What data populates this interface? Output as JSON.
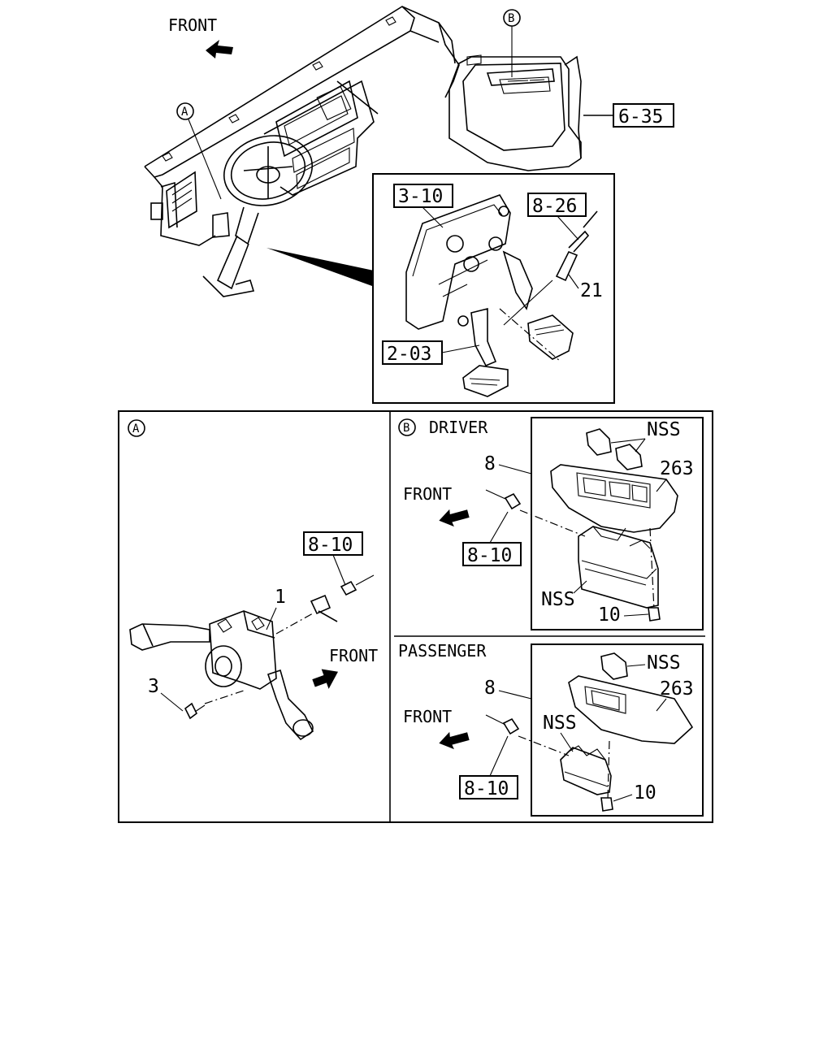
{
  "top": {
    "front_label": "FRONT",
    "callout_a": "A",
    "callout_b": "B",
    "ref_6_35": "6-35"
  },
  "pedal_inset": {
    "ref_3_10": "3-10",
    "ref_8_26": "8-26",
    "num_21": "21",
    "ref_2_03": "2-03"
  },
  "panel_a": {
    "tag": "A",
    "ref_8_10": "8-10",
    "num_1": "1",
    "num_3": "3",
    "front_label": "FRONT"
  },
  "panel_b_driver": {
    "tag": "B",
    "title": "DRIVER",
    "front_label": "FRONT",
    "num_8": "8",
    "ref_8_10": "8-10",
    "nss_top": "NSS",
    "num_263": "263",
    "nss_bottom": "NSS",
    "num_10": "10"
  },
  "panel_b_passenger": {
    "title": "PASSENGER",
    "front_label": "FRONT",
    "num_8": "8",
    "ref_8_10": "8-10",
    "nss_top": "NSS",
    "num_263": "263",
    "nss_mid": "NSS",
    "num_10": "10"
  }
}
